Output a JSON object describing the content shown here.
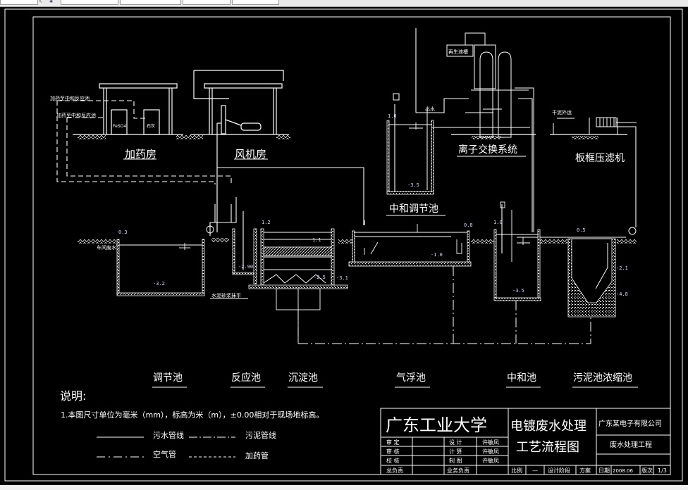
{
  "toolbar": {
    "fields": [
      "",
      "",
      "",
      "",
      ""
    ],
    "icons": [
      "pointer-tool-icon",
      "settings-icon"
    ]
  },
  "drawing": {
    "buildings": {
      "dosing_room": "加药房",
      "blower_room": "风机房",
      "ion_exchange": "离子交换系统",
      "filter_press": "板框压滤机",
      "neutralization_adjust_tank": "中和调节池"
    },
    "small_labels": {
      "dose_to_neutral_1": "加药至中和反应池",
      "dose_to_neutral_2": "加药至中和反应池",
      "feso4": "FeSO4",
      "lime": "石灰",
      "regen_tank": "再生液槽",
      "outlet_water": "出水",
      "dry_sludge": "干泥外运",
      "workshop_wastewater": "车间废水",
      "sludge_hopper_top": "水泥砂浆抹平",
      "valve_left": "ф",
      "valve_mid": "ф"
    },
    "elevations": {
      "adj_top": "0.3",
      "adj_bottom": "-3.2",
      "react_bottom": "-2.90",
      "sed_top": "1.2",
      "sed_water": "1.1",
      "sed_bottom": "-2.5",
      "sed_base": "-3.1",
      "float_top": "0.8",
      "float_bottom": "-1.0",
      "neutral_adj_top": "1.0",
      "neutral_adj_bottom": "-3.5",
      "neutral_top": "1.0",
      "neutral_bottom": "-3.5",
      "sludge_top": "0.5",
      "sludge_mid": "-2.1",
      "sludge_bottom": "-4.8"
    },
    "tank_names": [
      "调节池",
      "反应池",
      "沉淀池",
      "气浮池",
      "中和池",
      "污泥池浓缩池"
    ]
  },
  "notes": {
    "heading": "说明:",
    "line1": "1.本图尺寸单位为毫米（mm），标高为米（m），±0.00相对于现场地标高。",
    "legend": [
      {
        "label": "污水管线",
        "style": "solid"
      },
      {
        "label": "污泥管线",
        "style": "dash-dot-dot"
      },
      {
        "label": "空气管",
        "style": "dash-dot"
      },
      {
        "label": "加药管",
        "style": "dashed"
      }
    ]
  },
  "title_block": {
    "school": "广东工业大学",
    "drawing_title_1": "电镀废水处理",
    "drawing_title_2": "工艺流程图",
    "company": "广东某电子有限公司",
    "project": "废水处理工程",
    "rows": [
      {
        "role": "审  定",
        "name": "",
        "role2": "设  计",
        "name2": "许敏凤"
      },
      {
        "role": "审  核",
        "name": "",
        "role2": "计  算",
        "name2": "许敏凤"
      },
      {
        "role": "校  核",
        "name": "",
        "role2": "制  图",
        "name2": "许敏凤"
      },
      {
        "role": "总负责",
        "name": "",
        "role2": "业务负责",
        "name2": ""
      }
    ],
    "bottom": {
      "scale_label": "比例",
      "scale_value": "—",
      "stage_label": "设计阶段",
      "stage_value": "方案",
      "date_label": "日期",
      "date_value": "2008.06",
      "version_label": "版次",
      "sheet": "1/3"
    }
  }
}
